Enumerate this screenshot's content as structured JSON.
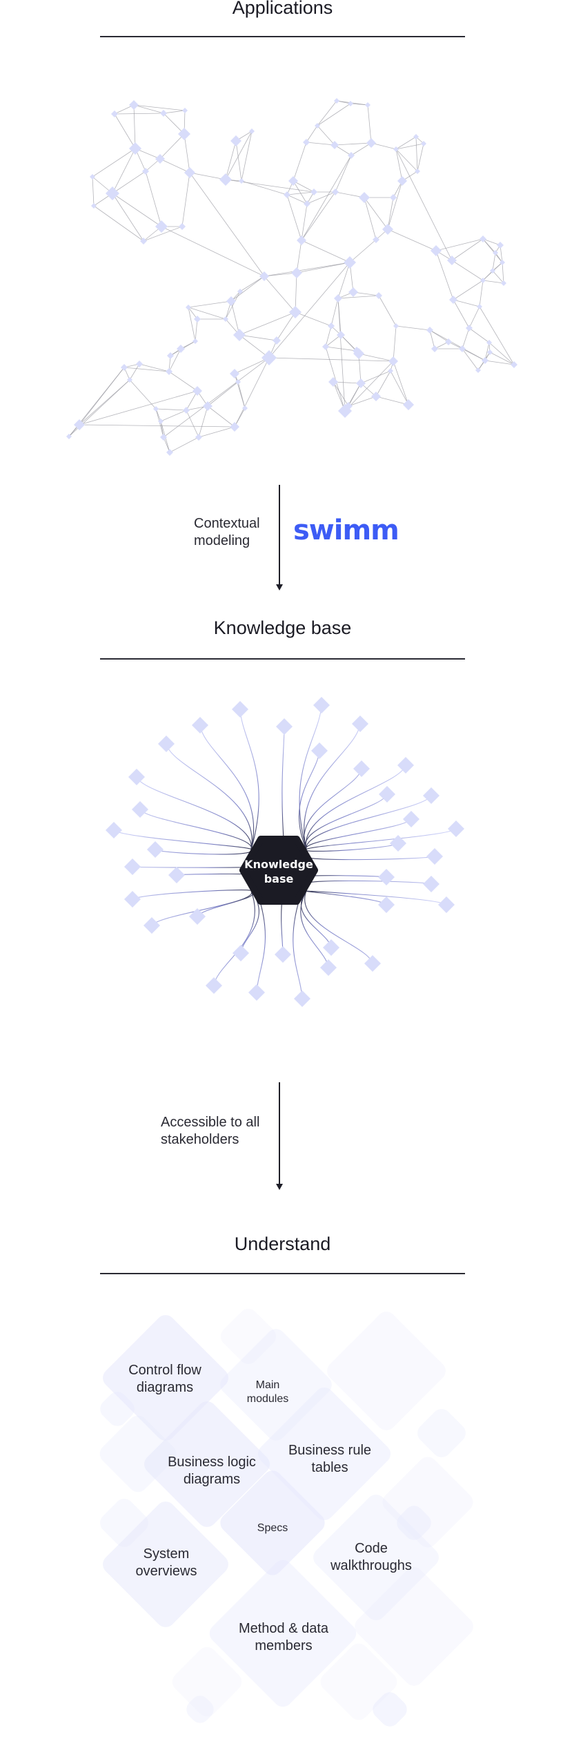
{
  "sections": {
    "applications": {
      "title": "Applications"
    },
    "knowledge_base": {
      "title": "Knowledge base",
      "center_label_line1": "Knowledge",
      "center_label_line2": "base"
    },
    "understand": {
      "title": "Understand"
    }
  },
  "arrows": {
    "first": {
      "label_line1": "Contextual",
      "label_line2": "modeling",
      "logo": "swimm"
    },
    "second": {
      "label_line1": "Accessible to all",
      "label_line2": "stakeholders"
    }
  },
  "understand_items": [
    {
      "line1": "Control flow",
      "line2": "diagrams"
    },
    {
      "line1": "Main",
      "line2": "modules"
    },
    {
      "line1": "Business rule",
      "line2": "tables"
    },
    {
      "line1": "Business logic",
      "line2": "diagrams"
    },
    {
      "line1": "Specs",
      "line2": ""
    },
    {
      "line1": "System",
      "line2": "overviews"
    },
    {
      "line1": "Code",
      "line2": "walkthroughs"
    },
    {
      "line1": "Method & data",
      "line2": "members"
    }
  ],
  "colors": {
    "node": "#d8dcfa",
    "edge": "#9a9aa2",
    "brand": "#3d5cf5",
    "hexagon": "#1b1b24",
    "tile": "#e6e8fc"
  },
  "icons": {
    "node_shape": "diamond-node-icon",
    "hub_shape": "hexagon-icon"
  }
}
